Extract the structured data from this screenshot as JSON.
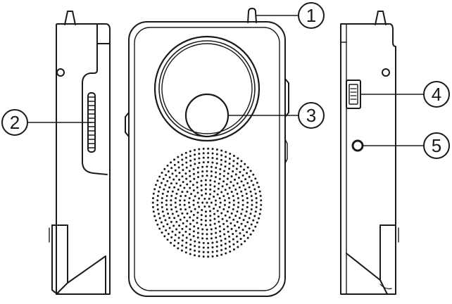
{
  "callouts": [
    {
      "label": "1"
    },
    {
      "label": "2"
    },
    {
      "label": "3"
    },
    {
      "label": "4"
    },
    {
      "label": "5"
    }
  ],
  "colors": {
    "stroke": "#1a1a1a",
    "fill": "#ffffff"
  }
}
